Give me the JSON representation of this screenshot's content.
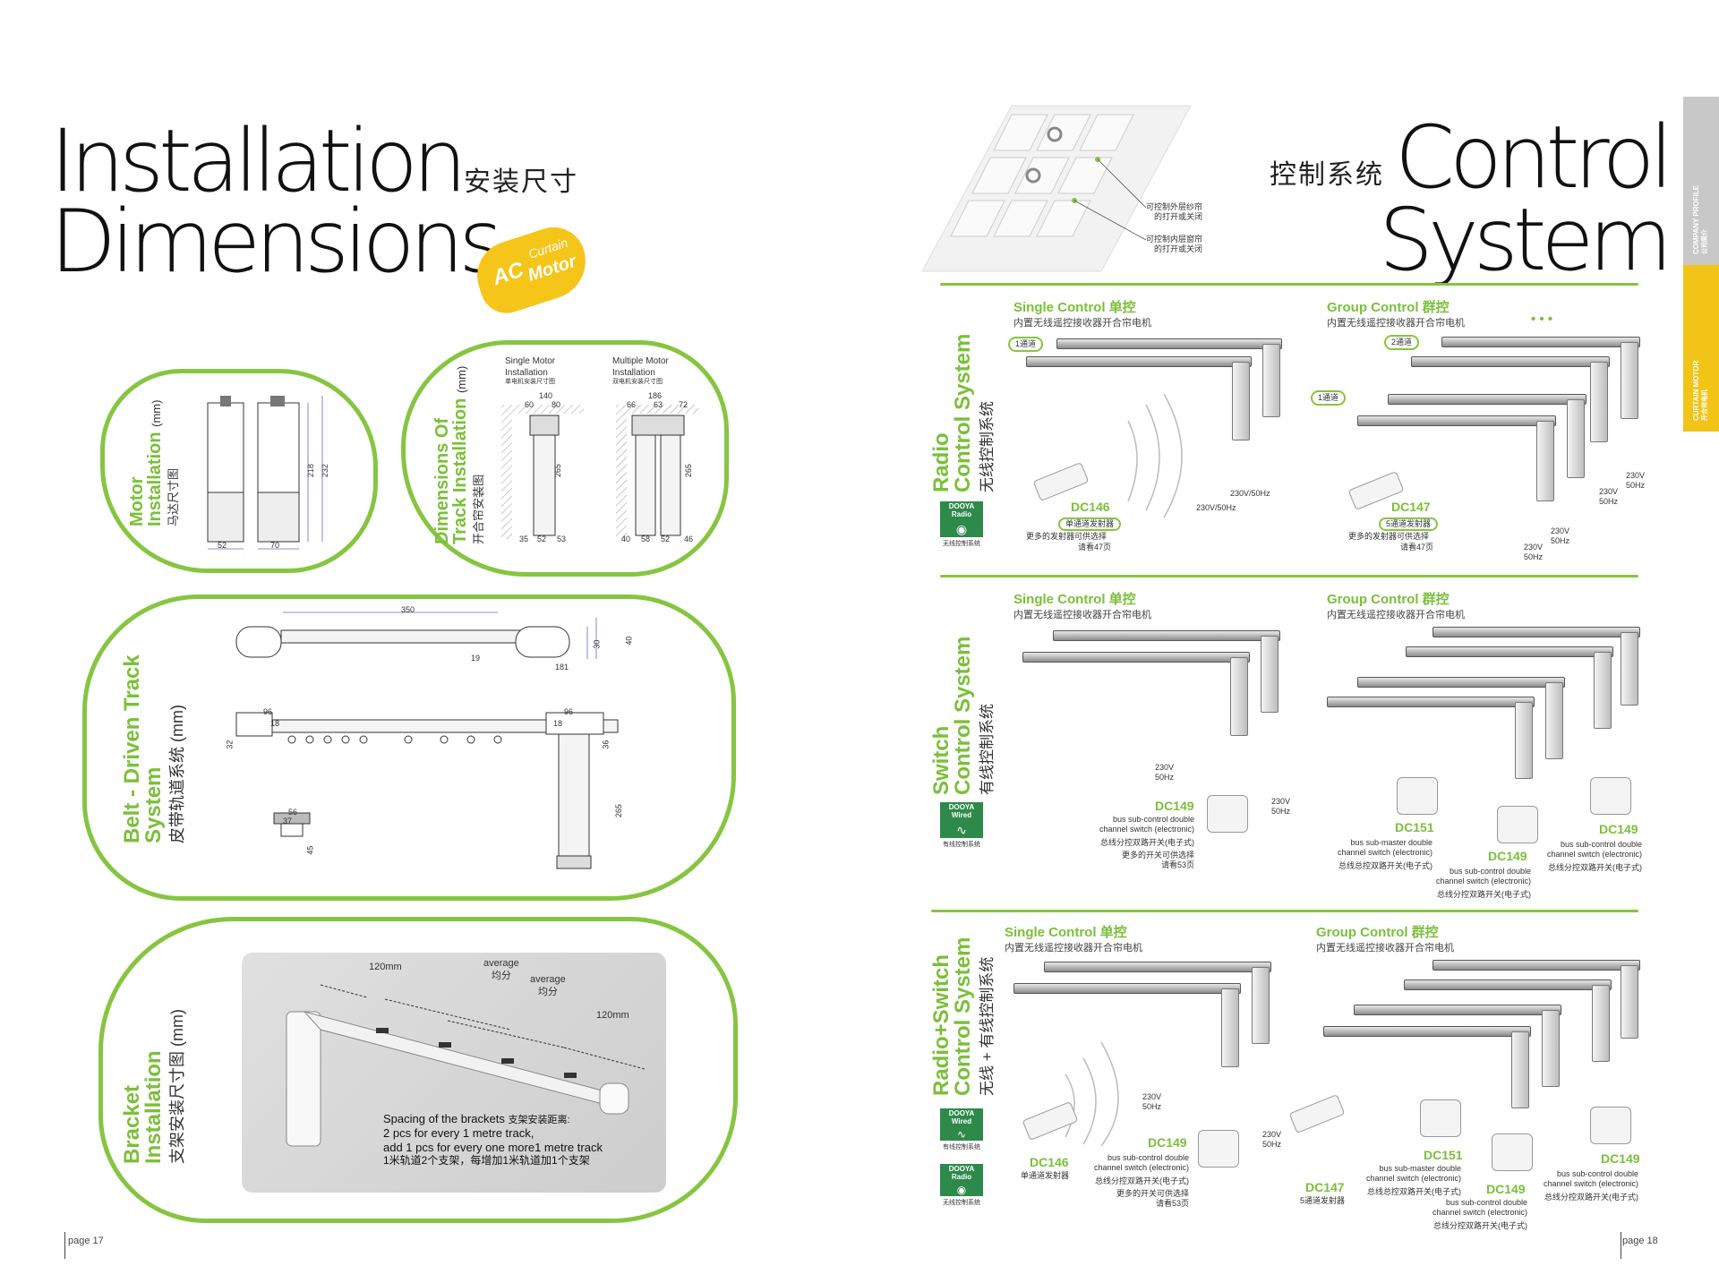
{
  "left": {
    "title_line1": "Installation",
    "title_line2": "Dimensions",
    "title_cn": "安装尺寸",
    "badge": {
      "ac": "AC",
      "curtain": "Curtain",
      "motor": "Motor"
    },
    "motor_install": {
      "en1": "Motor",
      "en2": "Installation",
      "unit": "(mm)",
      "cn": "马达尺寸图",
      "dims": [
        "52",
        "70",
        "218",
        "232"
      ]
    },
    "track_dims": {
      "en1": "Dimensions Of",
      "en2": "Track Installation",
      "unit": "(mm)",
      "cn": "开合帘安装图",
      "single": "Single Motor",
      "single2": "Installation",
      "single_cn": "单电机安装尺寸图",
      "multiple": "Multiple Motor",
      "multiple2": "Installation",
      "multiple_cn": "双电机安装尺寸图",
      "dims": [
        "140",
        "60",
        "80",
        "35",
        "52",
        "53",
        "265",
        "186",
        "66",
        "63",
        "72",
        "40",
        "58",
        "52",
        "46",
        "265"
      ]
    },
    "belt": {
      "en1": "Belt - Driven Track",
      "en2": "System",
      "cn": "皮带轨道系统",
      "unit": "(mm)",
      "dims": [
        "350",
        "40",
        "30",
        "19",
        "181",
        "96",
        "18",
        "96",
        "18",
        "32",
        "36",
        "265",
        "56",
        "37",
        "45"
      ]
    },
    "bracket": {
      "en1": "Bracket",
      "en2": "Installation",
      "cn": "支架安装尺寸图",
      "unit": "(mm)",
      "dim_120a": "120mm",
      "avg1": "average",
      "avg1_cn": "均分",
      "avg2": "average",
      "avg2_cn": "均分",
      "dim_120b": "120mm",
      "spacing_title": "Spacing of the brackets",
      "spacing_title_cn": "支架安装距离:",
      "spacing_line1": "2 pcs for every 1 metre track,",
      "spacing_line2": "add 1 pcs for every one more1 metre track",
      "spacing_line3": "1米轨道2个支架，每增加1米轨道加1个支架"
    },
    "page": "page 17"
  },
  "right": {
    "title_cn": "控制系统",
    "title_line1": "Control",
    "title_line2": "System",
    "remote_note1a": "可控制外层纱帘",
    "remote_note1b": "的打开或关闭",
    "remote_note2a": "可控制内层窗帘",
    "remote_note2b": "的打开或关闭",
    "sidebar": {
      "profile": "COMPANY PROFILE",
      "profile_cn": "公司简介",
      "active": "CURTAIN MOTOR",
      "active_cn": "开合帘电机"
    },
    "radio": {
      "en1": "Radio",
      "en2": "Control System",
      "cn": "无线控制系统",
      "badge_logo": "DOOYA",
      "badge_type": "Radio",
      "badge_cap": "无线控制系统",
      "single_title": "Single Control",
      "single_title_cn": "单控",
      "single_sub": "内置无线遥控接收器开合帘电机",
      "group_title": "Group Control",
      "group_title_cn": "群控",
      "group_sub": "内置无线遥控接收器开合帘电机",
      "ch1": "1通道",
      "ch2": "2通道",
      "ch1b": "1通道",
      "power1": "230V/50Hz",
      "power2": "230V/50Hz",
      "power_g1": "230V",
      "power_g1b": "50Hz",
      "power_g2": "230V",
      "power_g2b": "50Hz",
      "power_g3": "230V",
      "power_g3b": "50Hz",
      "power_g4": "230V",
      "power_g4b": "50Hz",
      "dc146": "DC146",
      "dc146_desc": "单通道发射器",
      "dc146_more": "更多的发射器可供选择",
      "dc146_page": "请看47页",
      "dc147": "DC147",
      "dc147_desc": "5通道发射器",
      "dc147_more": "更多的发射器可供选择",
      "dc147_page": "请看47页",
      "dots": "• • •"
    },
    "switch": {
      "en1": "Switch",
      "en2": "Control System",
      "cn": "有线控制系统",
      "badge_logo": "DOOYA",
      "badge_type": "Wired",
      "badge_cap": "有线控制系统",
      "single_title": "Single Control",
      "single_title_cn": "单控",
      "single_sub": "内置无线遥控接收器开合帘电机",
      "group_title": "Group Control",
      "group_title_cn": "群控",
      "group_sub": "内置无线遥控接收器开合帘电机",
      "power1": "230V",
      "power1b": "50Hz",
      "power2": "230V",
      "power2b": "50Hz",
      "dc149": "DC149",
      "dc149_desc1": "bus sub-control double",
      "dc149_desc2": "channel switch (electronic)",
      "dc149_cn": "总线分控双路开关(电子式)",
      "dc149_more": "更多的开关可供选择",
      "dc149_page": "请看53页",
      "dc151": "DC151",
      "dc151_desc1": "bus sub-master double",
      "dc151_desc2": "channel switch (electronic)",
      "dc151_cn": "总线总控双路开关(电子式)",
      "dc149b": "DC149",
      "dc149b_desc1": "bus sub-control double",
      "dc149b_desc2": "channel switch (electronic)",
      "dc149b_cn": "总线分控双路开关(电子式)",
      "dc149c": "DC149",
      "dc149c_desc1": "bus sub-control double",
      "dc149c_desc2": "channel switch (electronic)",
      "dc149c_cn": "总线分控双路开关(电子式)"
    },
    "combo": {
      "en1": "Radio+Switch",
      "en2": "Control System",
      "cn": "无线 + 有线控制系统",
      "badge1_logo": "DOOYA",
      "badge1_type": "Wired",
      "badge1_cap": "有线控制系统",
      "badge2_logo": "DOOYA",
      "badge2_type": "Radio",
      "badge2_cap": "无线控制系统",
      "single_title": "Single Control",
      "single_title_cn": "单控",
      "single_sub": "内置无线遥控接收器开合帘电机",
      "group_title": "Group Control",
      "group_title_cn": "群控",
      "group_sub": "内置无线遥控接收器开合帘电机",
      "power1": "230V",
      "power1b": "50Hz",
      "power2": "230V",
      "power2b": "50Hz",
      "dc146": "DC146",
      "dc146_desc": "单通道发射器",
      "dc149": "DC149",
      "dc149_desc1": "bus sub-control double",
      "dc149_desc2": "channel switch (electronic)",
      "dc149_cn": "总线分控双路开关(电子式)",
      "dc149_more": "更多的开关可供选择",
      "dc149_page": "请看53页",
      "dc147": "DC147",
      "dc147_desc": "5通道发射器",
      "dc151": "DC151",
      "dc151_desc1": "bus sub-master double",
      "dc151_desc2": "channel switch (electronic)",
      "dc151_cn": "总线总控双路开关(电子式)",
      "dc149b": "DC149",
      "dc149b_desc1": "bus sub-control double",
      "dc149b_desc2": "channel switch (electronic)",
      "dc149b_cn": "总线分控双路开关(电子式)",
      "dc149c": "DC149",
      "dc149c_desc1": "bus sub-control double",
      "dc149c_desc2": "channel switch (electronic)",
      "dc149c_cn": "总线分控双路开关(电子式)"
    },
    "page": "page 18"
  },
  "colors": {
    "accent": "#7bbf3a",
    "sidebar_active": "#f2c418",
    "sidebar_grey": "#c8c8c8"
  }
}
